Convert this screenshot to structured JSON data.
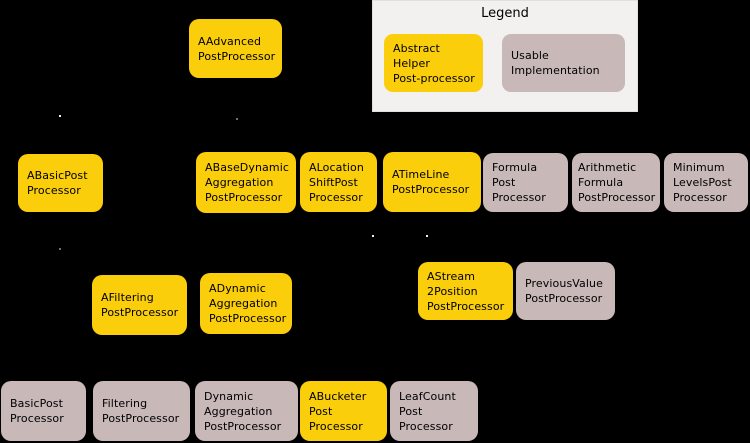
{
  "colors": {
    "background": "#000000",
    "abstract": "#FBCE0B",
    "usable": "#C8B8B8",
    "legend_background": "#F2F1F0",
    "text": "#000000"
  },
  "legend": {
    "title": "Legend",
    "items": [
      {
        "label": "Abstract\nHelper\nPost-processor",
        "type": "abstract"
      },
      {
        "label": "Usable\nImplementation",
        "type": "usable"
      }
    ]
  },
  "nodes": [
    {
      "label": "AAdvanced\nPostProcessor",
      "type": "abstract"
    },
    {
      "label": "ABasicPost\nProcessor",
      "type": "abstract"
    },
    {
      "label": "ABaseDynamic\nAggregation\nPostProcessor",
      "type": "abstract"
    },
    {
      "label": "ALocation\nShiftPost\nProcessor",
      "type": "abstract"
    },
    {
      "label": "ATimeLine\nPostProcessor",
      "type": "abstract"
    },
    {
      "label": "Formula\nPost\nProcessor",
      "type": "usable"
    },
    {
      "label": "Arithmetic\nFormula\nPostProcessor",
      "type": "usable"
    },
    {
      "label": "Minimum\nLevelsPost\nProcessor",
      "type": "usable"
    },
    {
      "label": "AFiltering\nPostProcessor",
      "type": "abstract"
    },
    {
      "label": "ADynamic\nAggregation\nPostProcessor",
      "type": "abstract"
    },
    {
      "label": "AStream\n2Position\nPostProcessor",
      "type": "abstract"
    },
    {
      "label": "PreviousValue\nPostProcessor",
      "type": "usable"
    },
    {
      "label": "BasicPost\nProcessor",
      "type": "usable"
    },
    {
      "label": "Filtering\nPostProcessor",
      "type": "usable"
    },
    {
      "label": "Dynamic\nAggregation\nPostProcessor",
      "type": "usable"
    },
    {
      "label": "ABucketer\nPost\nProcessor",
      "type": "abstract"
    },
    {
      "label": "LeafCount\nPost\nProcessor",
      "type": "usable"
    }
  ]
}
